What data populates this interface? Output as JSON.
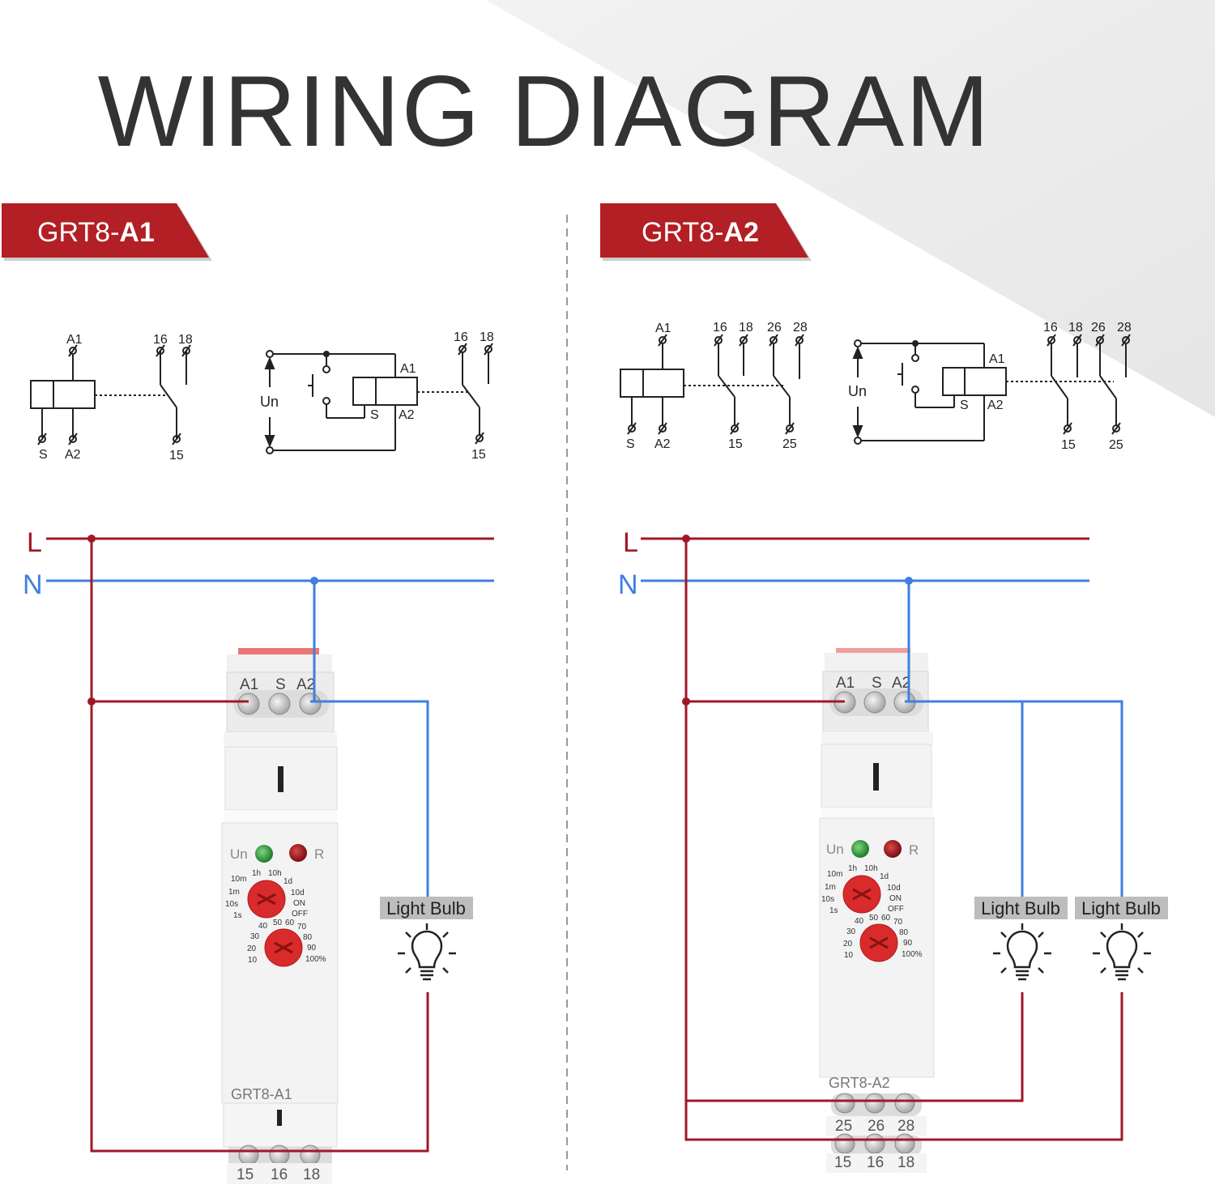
{
  "title": "WIRING DIAGRAM",
  "left": {
    "model_prefix": "GRT8-",
    "model_suffix": "A1",
    "device_label": "GRT8-A1",
    "symbol": {
      "coil_pins": [
        "A1",
        "S",
        "A2"
      ],
      "contacts_top": [
        "16",
        "18"
      ],
      "contact_common": "15",
      "supply": "Un"
    },
    "top_terminals": [
      "A1",
      "S",
      "A2"
    ],
    "bottom_terminals": [
      "15",
      "16",
      "18"
    ],
    "loads": [
      "Light Bulb"
    ]
  },
  "right": {
    "model_prefix": "GRT8-",
    "model_suffix": "A2",
    "device_label": "GRT8-A2",
    "symbol": {
      "coil_pins": [
        "A1",
        "S",
        "A2"
      ],
      "contacts_top": [
        "16",
        "18",
        "26",
        "28"
      ],
      "contact_commons": [
        "15",
        "25"
      ],
      "supply": "Un"
    },
    "top_terminals": [
      "A1",
      "S",
      "A2"
    ],
    "mid_terminals": [
      "25",
      "26",
      "28"
    ],
    "bottom_terminals": [
      "15",
      "16",
      "18"
    ],
    "loads": [
      "Light Bulb",
      "Light Bulb"
    ]
  },
  "lines": {
    "live": "L",
    "neutral": "N"
  },
  "panel": {
    "led_power": "Un",
    "led_relay": "R",
    "time_range_ticks": [
      "1h",
      "10h",
      "1d",
      "10d",
      "ON",
      "OFF",
      "10m",
      "1m",
      "10s",
      "1s"
    ],
    "percent_ticks": [
      "40",
      "50",
      "60",
      "70",
      "30",
      "80",
      "20",
      "90",
      "10",
      "100%"
    ]
  },
  "colors": {
    "live": "#a01828",
    "neutral": "#3f7fe0",
    "banner": "#b21f24",
    "title": "#333333",
    "led_green": "#2f8f3a",
    "led_red": "#9b1018",
    "knob": "#d92b2b"
  }
}
